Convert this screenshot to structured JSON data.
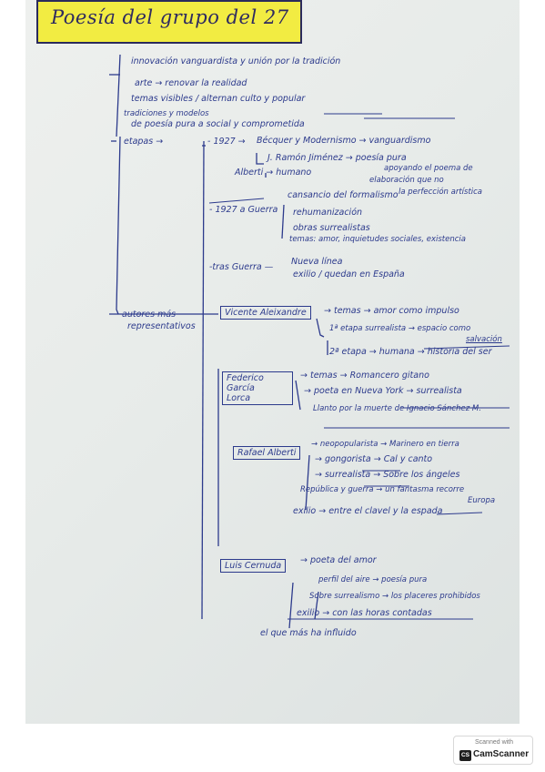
{
  "title": "Poesía del grupo del 27",
  "lines": {
    "intro_1": "innovación vanguardista y unión por la tradición",
    "intro_2": "arte → renovar la realidad",
    "intro_3": "temas visibles / alternan culto y popular",
    "intro_4": "tradiciones y modelos",
    "intro_5": "de poesía pura a social y comprometida",
    "etapas": "etapas →",
    "pre27": "- 1927 →",
    "pre27_a": "Bécquer y Modernismo → vanguardismo",
    "pre27_b": "J. Ramón Jiménez → poesía pura",
    "pre27_c": "Alberti → humano",
    "pre27_d1": "apoyando el poema de",
    "pre27_d2": "elaboración que no",
    "pre27_d3": "la perfección artística",
    "g27": "- 1927 a Guerra",
    "g27_a": "cansancio del formalismo",
    "g27_b": "rehumanización",
    "g27_c": "obras surrealistas",
    "g27_d": "temas: amor, inquietudes sociales, existencia",
    "pos": "-tras Guerra —",
    "pos_a": "Nueva línea",
    "pos_b": "exilio / quedan en España",
    "autores_1": "autores más",
    "autores_2": "representativos",
    "va": "Vicente Aleixandre",
    "va_a": "→ temas → amor como impulso",
    "va_b1": "1ª etapa surrealista → espacio como",
    "va_b2": "salvación",
    "va_c": "2ª etapa → humana → historia del ser",
    "fgl1": "Federico García",
    "fgl2": "Lorca",
    "fgl_a": "→ temas → Romancero gitano",
    "fgl_b": "→ poeta en Nueva York → surrealista",
    "fgl_c": "Llanto por la muerte de Ignacio Sánchez M.",
    "ra": "Rafael Alberti",
    "ra_a": "→ neopopularista → Marinero en tierra",
    "ra_b": "→ gongorista → Cal y canto",
    "ra_c": "→ surrealista → Sobre los ángeles",
    "ra_d1": "República y guerra → un fantasma recorre",
    "ra_d2": "Europa",
    "ra_e": "exilio → entre el clavel y la espada",
    "lc": "Luis Cernuda",
    "lc_a": "→ poeta del amor",
    "lc_b": "perfil del aire → poesía pura",
    "lc_c": "Sobre surrealismo → los placeres prohibidos",
    "lc_d": "exilio → con las horas contadas",
    "lc_e": "el que más ha influido"
  },
  "badge": {
    "top": "Scanned with",
    "logo": "CS",
    "name": "CamScanner"
  }
}
